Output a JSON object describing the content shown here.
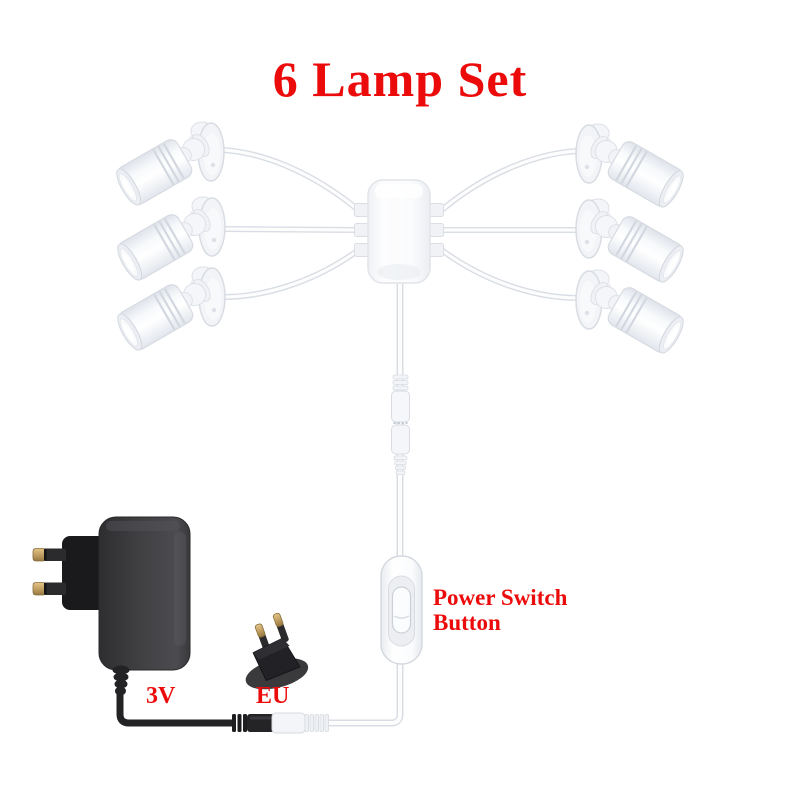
{
  "title": "6 Lamp Set",
  "labels": {
    "power_switch_line1": "Power Switch",
    "power_switch_line2": "Button",
    "voltage": "3V",
    "plug_type": "EU"
  },
  "colors": {
    "label_red": "#ec0b0b",
    "background": "#ffffff",
    "lamp_white": "#f3f4f7",
    "cable_outline": "#d9dde4",
    "adapter_body_dark": "#3f3f42",
    "plug_pin_brass": "#c3a164"
  },
  "scene": {
    "type": "product-photo",
    "lamp_count": 6,
    "components": [
      "six adjustable white spotlight lamps",
      "six-port splitter hub",
      "inline cable connector",
      "inline power switch",
      "DC plug-to-jack junction",
      "black wall power adapter with EU pins",
      "detached EU plug adapter"
    ]
  }
}
